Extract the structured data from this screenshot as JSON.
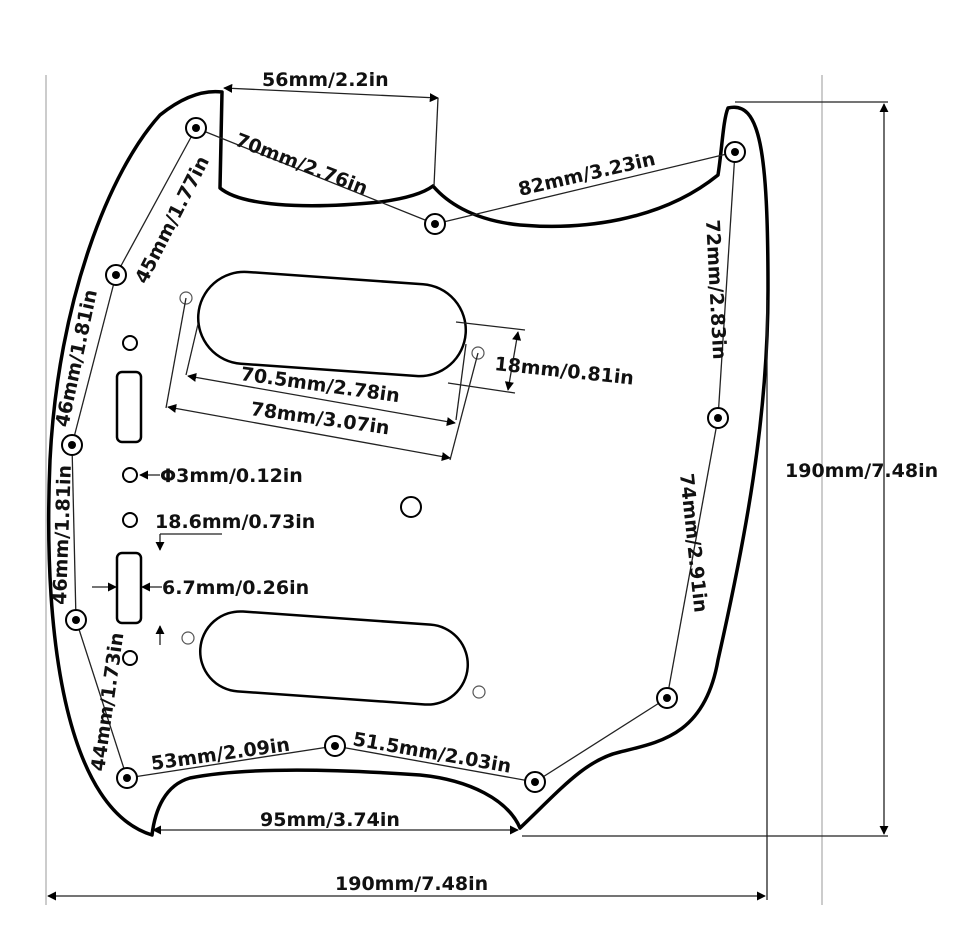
{
  "labels": {
    "top_horn_width": "56mm/2.2in",
    "top_left_to_mid": "70mm/2.76in",
    "mid_to_top_right": "82mm/3.23in",
    "left_upper": "45mm/1.77in",
    "left_mid_upper": "46mm/1.81in",
    "left_mid_lower": "46mm/1.81in",
    "left_lower": "44mm/1.73in",
    "right_upper": "72mm/2.83in",
    "right_lower": "74mm/2.91in",
    "pickup_slot_height": "18mm/0.81in",
    "pickup_slot_length": "70.5mm/2.78in",
    "pickup_holes_span": "78mm/3.07in",
    "hole_diameter": "Φ3mm/0.12in",
    "switch_slot_offset": "18.6mm/0.73in",
    "switch_slot_width": "6.7mm/0.26in",
    "bottom_left_to_mid": "53mm/2.09in",
    "bottom_mid_to_right": "51.5mm/2.03in",
    "bottom_cutout_width": "95mm/3.74in",
    "overall_height": "190mm/7.48in",
    "overall_width": "190mm/7.48in"
  }
}
